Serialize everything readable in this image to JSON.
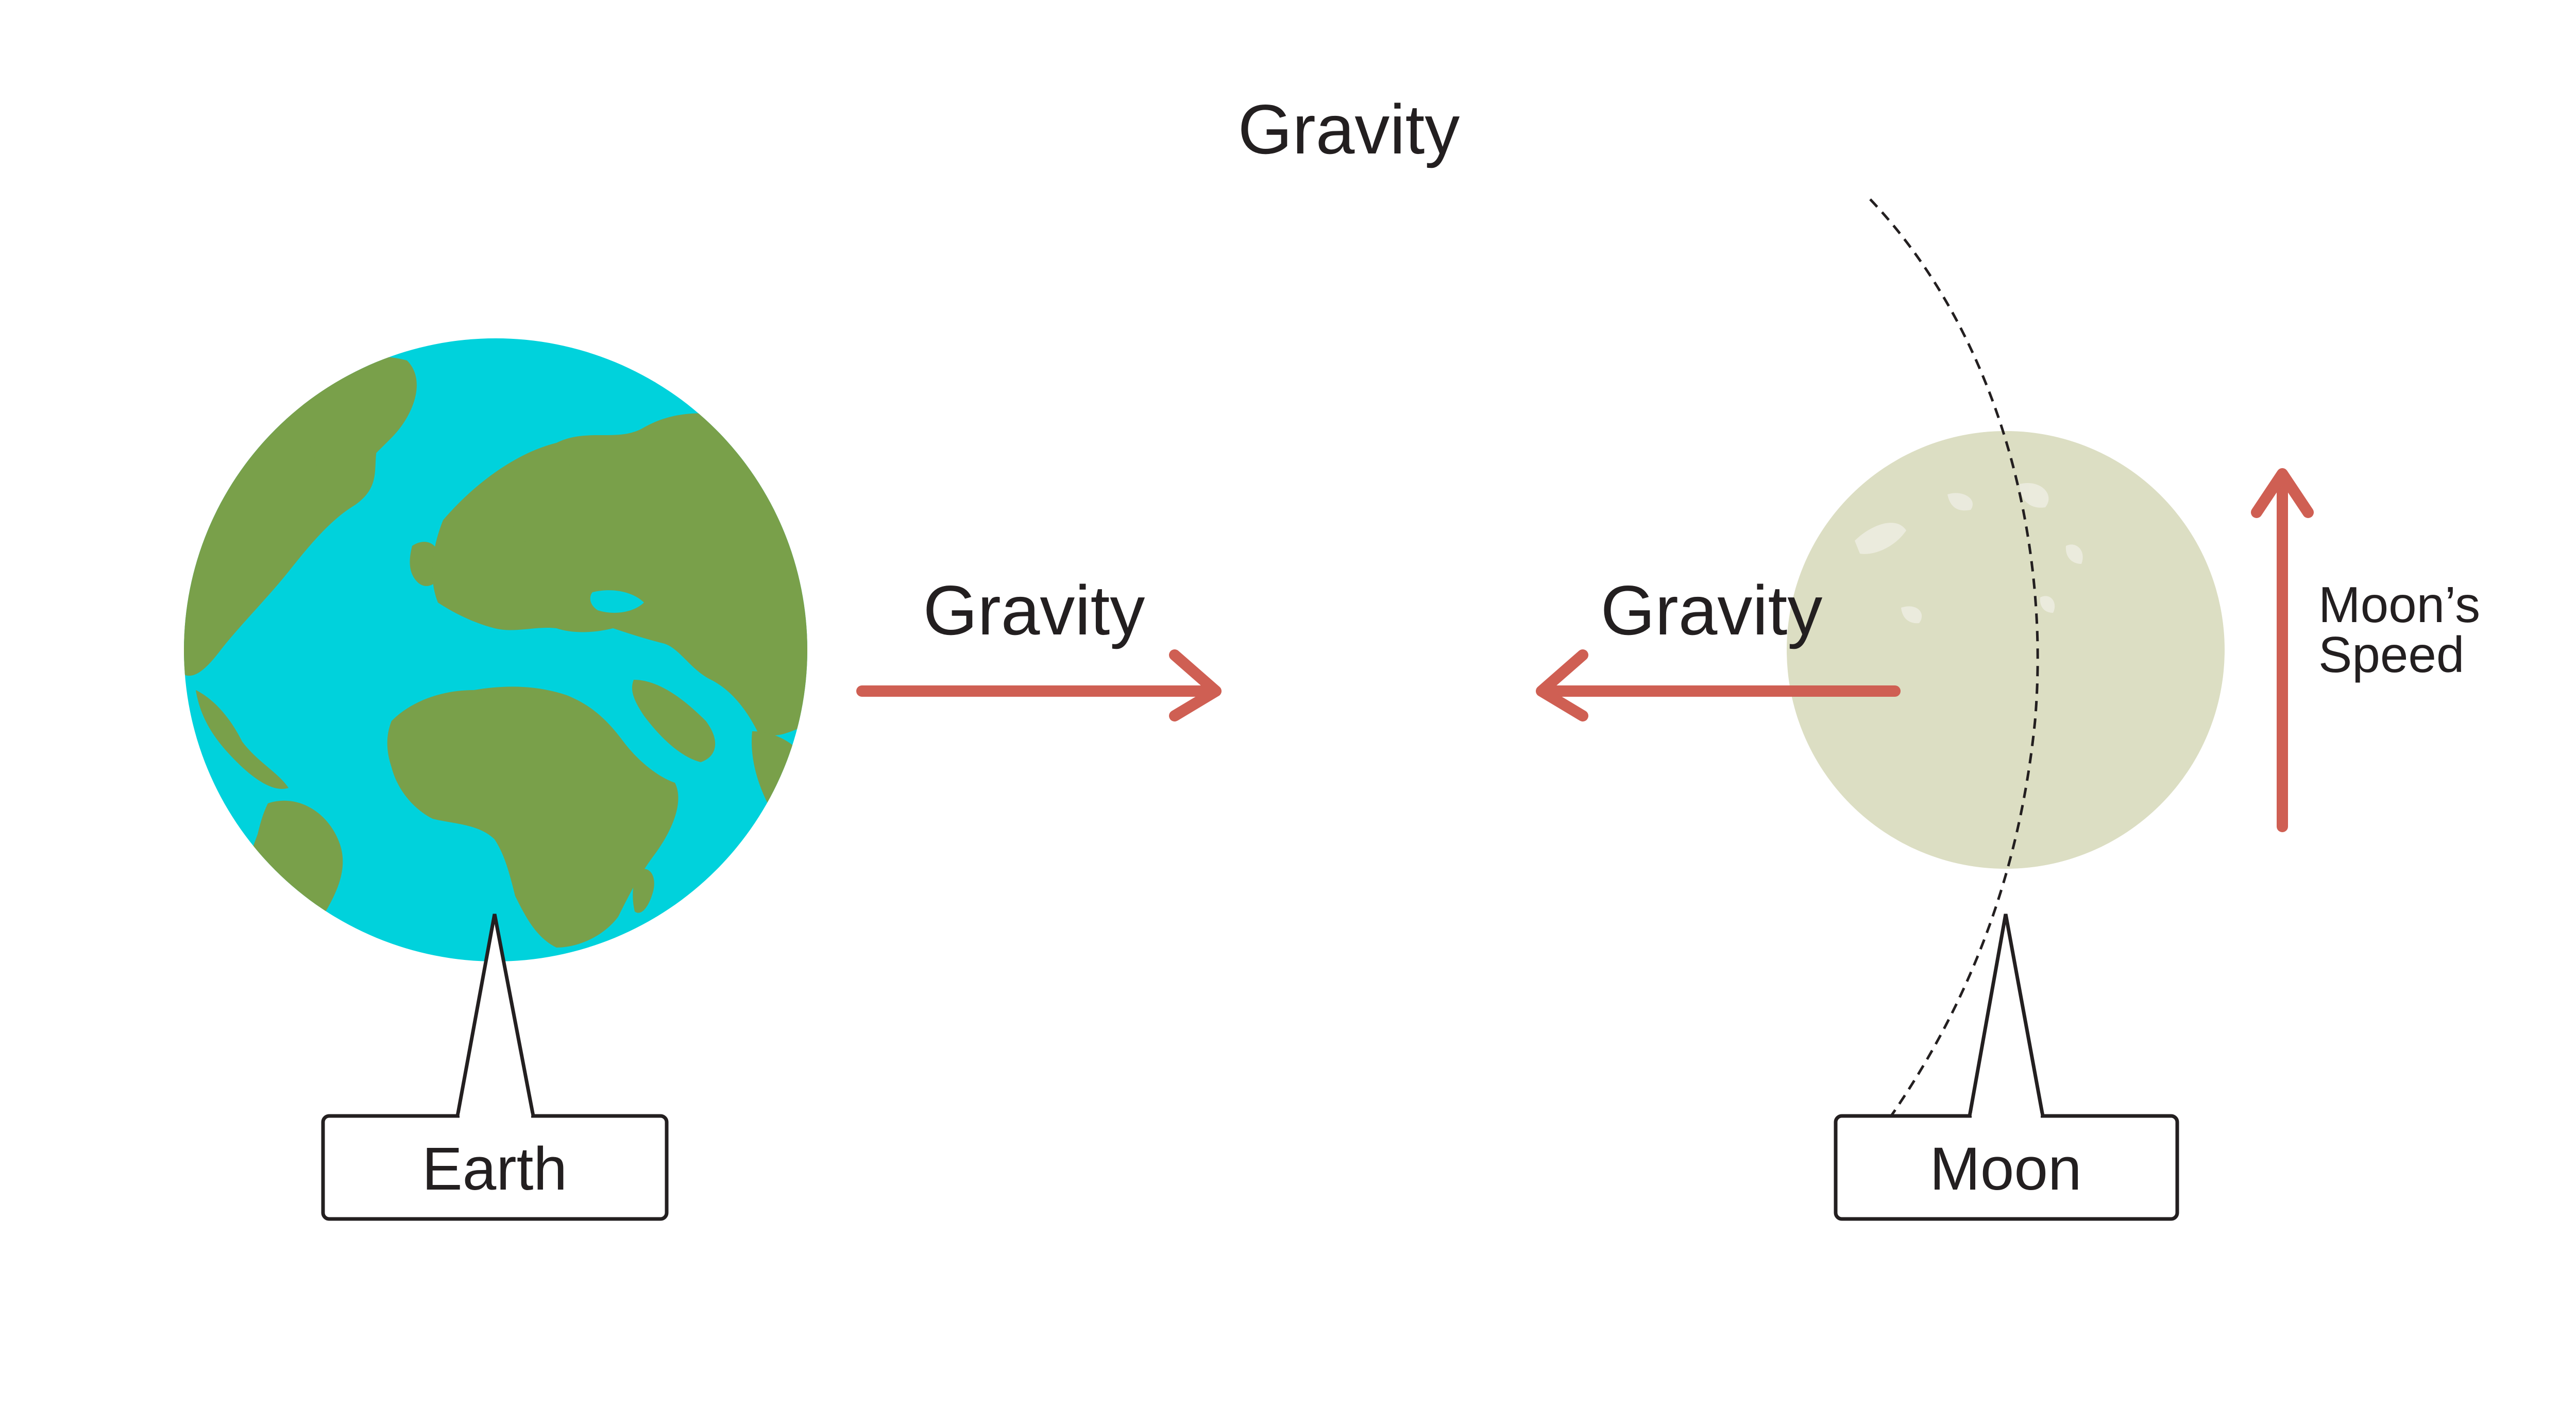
{
  "title": "Gravity",
  "labels": {
    "gravity_earth_side": "Gravity",
    "gravity_moon_side": "Gravity",
    "moon_speed_line1": "Moon’s",
    "moon_speed_line2": "Speed",
    "earth": "Earth",
    "moon": "Moon"
  },
  "colors": {
    "ocean": "#00d2dc",
    "land": "#79a04a",
    "moon": "#dcdec3",
    "arrow": "#cf5f53",
    "text": "#231f20",
    "callout_stroke": "#231f20"
  }
}
